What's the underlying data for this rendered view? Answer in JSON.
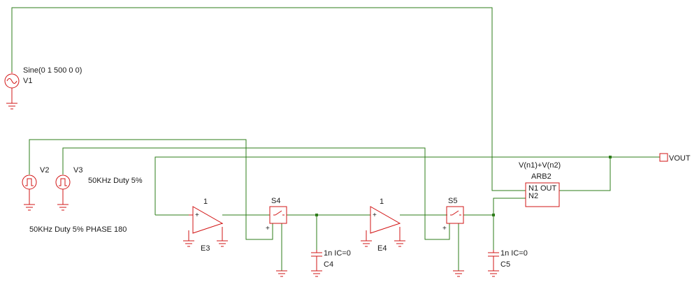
{
  "colors": {
    "wire": "#2e7d1a",
    "component": "#d21414",
    "text": "#1a1a1a"
  },
  "sources": {
    "v1": {
      "ref": "V1",
      "value": "Sine(0 1 500 0 0)"
    },
    "v2": {
      "ref": "V2",
      "value": "50KHz Duty 5% PHASE 180"
    },
    "v3": {
      "ref": "V3",
      "value": "50KHz Duty 5%"
    }
  },
  "amplifiers": {
    "e3": {
      "ref": "E3",
      "gain": "1"
    },
    "e4": {
      "ref": "E4",
      "gain": "1"
    }
  },
  "switches": {
    "s4": {
      "ref": "S4",
      "plus": "+"
    },
    "s5": {
      "ref": "S5",
      "plus": "+"
    }
  },
  "capacitors": {
    "c4": {
      "ref": "C4",
      "value": "1n IC=0"
    },
    "c5": {
      "ref": "C5",
      "value": "1n IC=0"
    }
  },
  "arb": {
    "ref": "ARB2",
    "expression": "V(n1)+V(n2)",
    "pin_n1": "N1",
    "pin_out": "OUT",
    "pin_n2": "N2"
  },
  "output": {
    "label": "VOUT"
  }
}
